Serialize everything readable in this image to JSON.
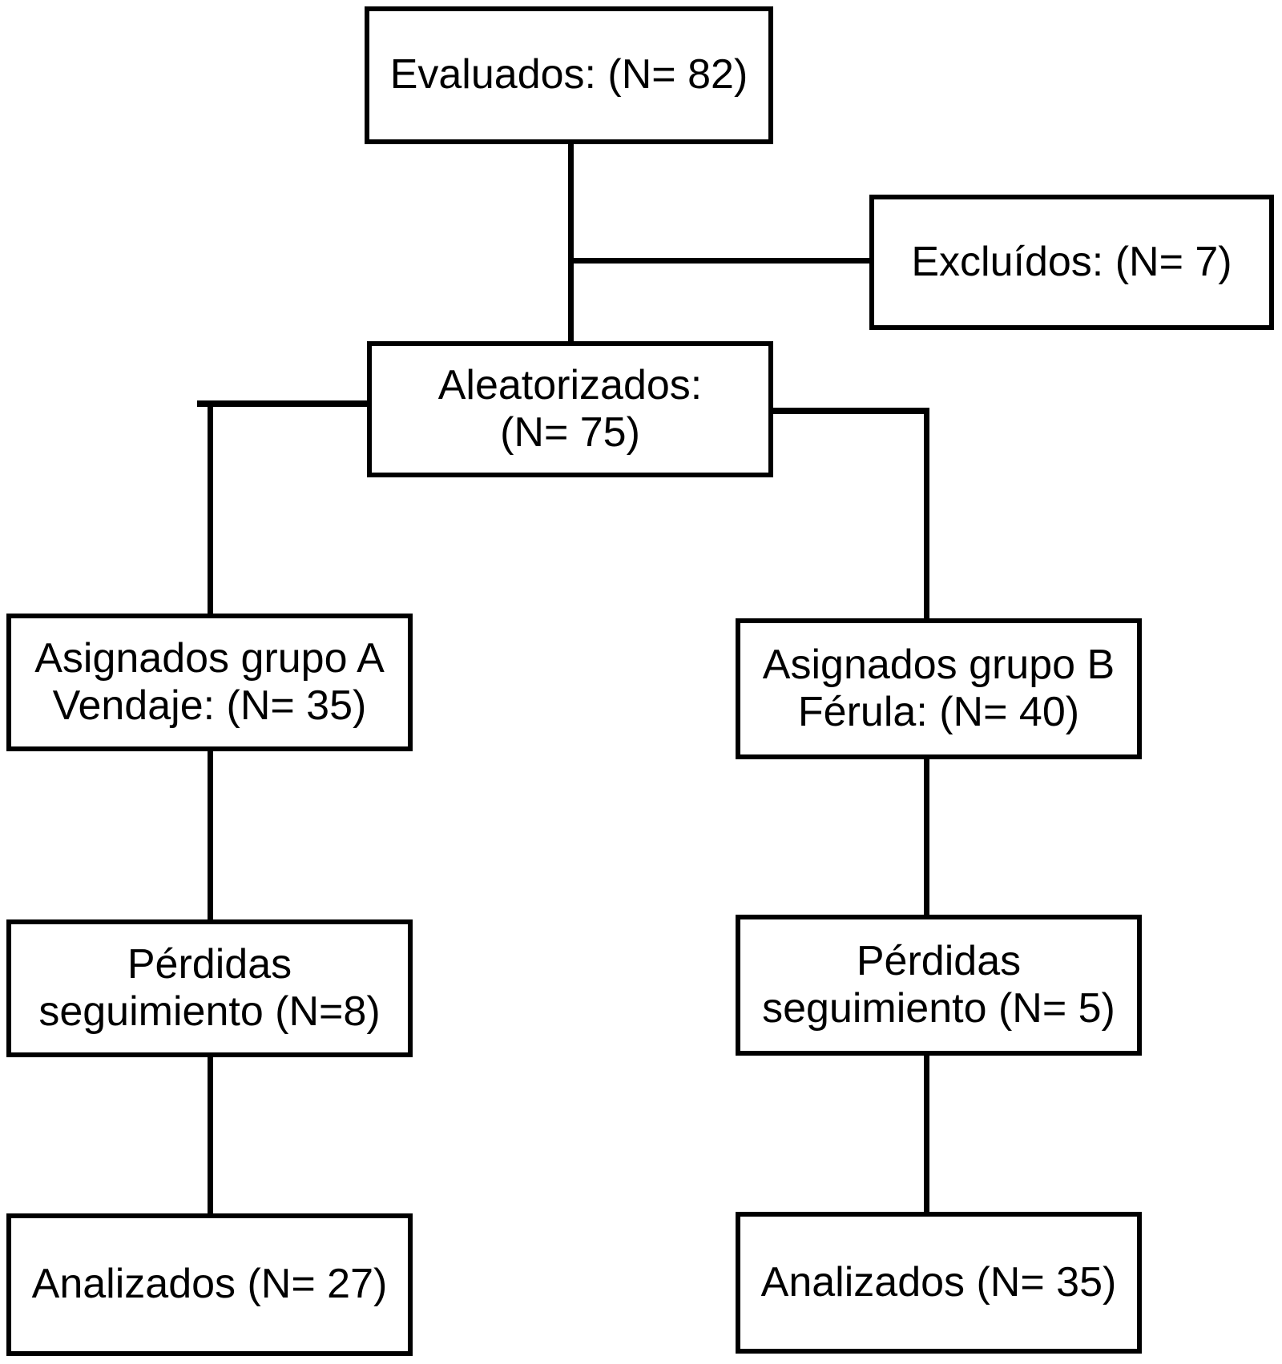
{
  "diagram": {
    "type": "consort-flow-diagram",
    "language": "es",
    "background_color": "#ffffff",
    "line_color": "#000000",
    "text_color": "#000000",
    "nodes": [
      {
        "id": "evaluados",
        "label": "Evaluados: (N= 82)",
        "count": 82,
        "stage": "enrollment"
      },
      {
        "id": "excluidos",
        "label": "Excluídos: (N= 7)",
        "count": 7,
        "stage": "enrollment"
      },
      {
        "id": "aleatorizados",
        "label": "Aleatorizados:\n(N= 75)",
        "count": 75,
        "stage": "randomization"
      },
      {
        "id": "grupo_a",
        "label": "Asignados grupo A\nVendaje: (N= 35)",
        "count": 35,
        "stage": "allocation"
      },
      {
        "id": "grupo_b",
        "label": "Asignados grupo B\nFérula: (N= 40)",
        "count": 40,
        "stage": "allocation"
      },
      {
        "id": "perdidas_a",
        "label": "Pérdidas\nseguimiento (N=8)",
        "count": 8,
        "stage": "follow-up"
      },
      {
        "id": "perdidas_b",
        "label": "Pérdidas\nseguimiento (N= 5)",
        "count": 5,
        "stage": "follow-up"
      },
      {
        "id": "analizados_a",
        "label": "Analizados (N= 27)",
        "count": 27,
        "stage": "analysis"
      },
      {
        "id": "analizados_b",
        "label": "Analizados (N= 35)",
        "count": 35,
        "stage": "analysis"
      }
    ],
    "edges": [
      {
        "from": "evaluados",
        "to": "aleatorizados"
      },
      {
        "from": "evaluados",
        "to": "excluidos"
      },
      {
        "from": "aleatorizados",
        "to": "grupo_a"
      },
      {
        "from": "aleatorizados",
        "to": "grupo_b"
      },
      {
        "from": "grupo_a",
        "to": "perdidas_a"
      },
      {
        "from": "grupo_b",
        "to": "perdidas_b"
      },
      {
        "from": "perdidas_a",
        "to": "analizados_a"
      },
      {
        "from": "perdidas_b",
        "to": "analizados_b"
      }
    ]
  }
}
